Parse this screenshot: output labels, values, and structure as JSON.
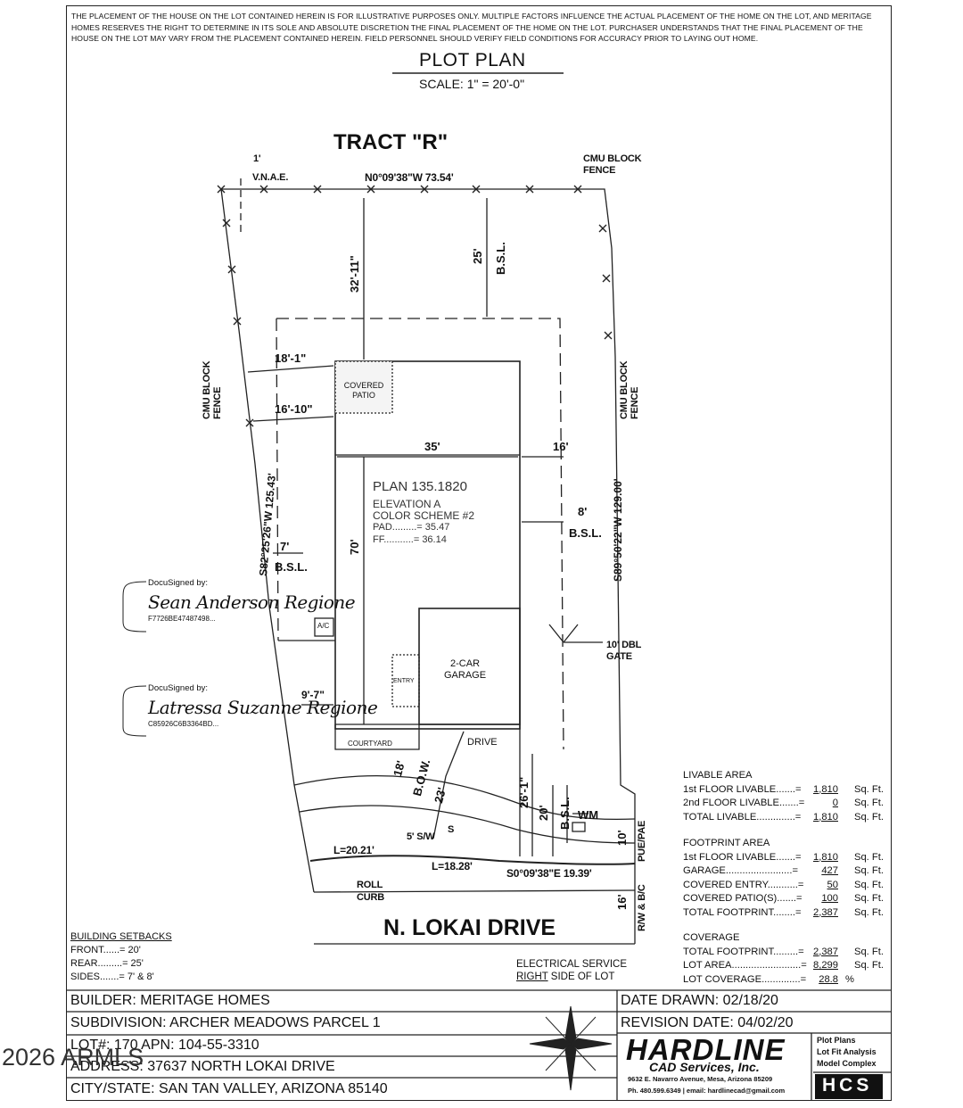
{
  "disclaimer": "THE PLACEMENT OF THE HOUSE ON THE LOT CONTAINED HEREIN IS FOR ILLUSTRATIVE PURPOSES ONLY.  MULTIPLE FACTORS INFLUENCE THE ACTUAL PLACEMENT OF THE HOME ON THE LOT, AND MERITAGE HOMES RESERVES THE RIGHT TO DETERMINE IN ITS SOLE AND ABSOLUTE DISCRETION THE FINAL PLACEMENT OF THE HOME ON THE LOT. PURCHASER UNDERSTANDS THAT THE FINAL PLACEMENT OF THE HOUSE ON THE LOT MAY VARY FROM THE PLACEMENT CONTAINED HEREIN. FIELD PERSONNEL SHOULD VERIFY FIELD CONDITIONS FOR ACCURACY PRIOR TO LAYING OUT HOME.",
  "header": {
    "title": "PLOT PLAN",
    "scale": "SCALE: 1\" = 20'-0\""
  },
  "plot": {
    "tract": "TRACT \"R\"",
    "street": "N. LOKAI DRIVE",
    "vnae_dim": "1'",
    "vnae": "V.N.A.E.",
    "north_bearing": "N0°09'38\"W  73.54'",
    "fence_top": [
      "CMU BLOCK",
      "FENCE"
    ],
    "fence_left": "CMU BLOCK FENCE",
    "fence_right": "CMU BLOCK FENCE",
    "west_bearing": "S82°25'26\"W  125.43'",
    "east_bearing": "S89°50'22\"W  129.00'",
    "rear_bsl_dim": "25'",
    "bsl": "B.S.L.",
    "rear_dim": "32'-11\"",
    "dim_18_1": "18'-1\"",
    "dim_16_10": "16'-10\"",
    "covered_patio": [
      "COVERED",
      "PATIO"
    ],
    "house_width": "35'",
    "side_16": "16'",
    "house_depth": "70'",
    "plan_name": "PLAN 135.1820",
    "elevation": "ELEVATION A",
    "color_scheme": "COLOR SCHEME #2",
    "pad": "PAD.........= 35.47",
    "ff": "FF...........= 36.14",
    "side_8": "8'",
    "side_7": "7'",
    "ac": "A/C",
    "gate": [
      "10' DBL",
      "GATE"
    ],
    "entry": "ENTRY",
    "garage": [
      "2-CAR",
      "GARAGE"
    ],
    "dim_9_7": "9'-7\"",
    "courtyard": "COURTYARD",
    "drive": "DRIVE",
    "dim_18": "18'",
    "bow": "B.O.W.",
    "dim_23": "23'",
    "dim_26_1": "26'-1\"",
    "dim_20": "20'",
    "wm": "WM",
    "sw": "5' S/W",
    "s": "S",
    "dim_10": "10'",
    "pue": "PUE/PAE",
    "curve_l1": "L=20.21'",
    "curve_l2": "L=18.28'",
    "south_bearing": "S0°09'38\"E  19.39'",
    "roll_curb": [
      "ROLL",
      "CURB"
    ],
    "dim_16_rw": "16'",
    "rw": "R/W & B/C"
  },
  "signatures": [
    {
      "label": "DocuSigned by:",
      "name": "Sean Anderson Regione",
      "id": "F7726BE47487498..."
    },
    {
      "label": "DocuSigned by:",
      "name": "Latressa Suzanne Regione",
      "id": "C85926C6B3364BD..."
    }
  ],
  "livable": {
    "heading": "LIVABLE AREA",
    "rows": [
      {
        "label": "1st FLOOR LIVABLE.......=",
        "value": "1,810",
        "unit": "Sq. Ft."
      },
      {
        "label": "2nd FLOOR LIVABLE.......=",
        "value": "0",
        "unit": "Sq. Ft."
      },
      {
        "label": "TOTAL LIVABLE..............=",
        "value": "1,810",
        "unit": "Sq. Ft."
      }
    ]
  },
  "footprint": {
    "heading": "FOOTPRINT AREA",
    "rows": [
      {
        "label": "1st FLOOR LIVABLE.......=",
        "value": "1,810",
        "unit": "Sq. Ft."
      },
      {
        "label": "GARAGE........................=",
        "value": "427",
        "unit": "Sq. Ft."
      },
      {
        "label": "COVERED ENTRY...........=",
        "value": "50",
        "unit": "Sq. Ft."
      },
      {
        "label": "COVERED PATIO(S).......=",
        "value": "100",
        "unit": "Sq. Ft."
      },
      {
        "label": "TOTAL FOOTPRINT........=",
        "value": "2,387",
        "unit": "Sq. Ft."
      }
    ]
  },
  "coverage": {
    "heading": "COVERAGE",
    "rows": [
      {
        "label": "TOTAL FOOTPRINT.........=",
        "value": "2,387",
        "unit": "Sq. Ft."
      },
      {
        "label": "LOT AREA.........................=",
        "value": "8,299",
        "unit": "Sq. Ft."
      },
      {
        "label": "LOT COVERAGE..............=",
        "value": "28.8",
        "unit": "%"
      }
    ]
  },
  "setbacks": {
    "heading": "BUILDING SETBACKS",
    "rows": [
      "FRONT......= 20'",
      "REAR.........= 25'",
      "SIDES.......= 7' & 8'"
    ]
  },
  "electrical": {
    "line1": "ELECTRICAL SERVICE",
    "right": "RIGHT",
    "line2": "SIDE OF LOT"
  },
  "title_block": {
    "builder": "BUILDER: MERITAGE HOMES",
    "subdivision": "SUBDIVISION: ARCHER MEADOWS PARCEL 1",
    "lot": "LOT#: 170    APN: 104-55-3310",
    "address": "ADDRESS: 37637 NORTH LOKAI DRIVE",
    "city": "CITY/STATE: SAN TAN VALLEY, ARIZONA 85140",
    "date_drawn": "DATE DRAWN:  02/18/20",
    "revision": "REVISION DATE:  04/02/20"
  },
  "company": {
    "name": "HARDLINE",
    "sub": "CAD Services, Inc.",
    "address": "9632 E. Navarro Avenue, Mesa, Arizona 85209",
    "contact": "Ph. 480.599.6349 | email: hardlinecad@gmail.com",
    "services": [
      "Plot Plans",
      "Lot Fit Analysis",
      "Model Complex"
    ],
    "logo": "HCS"
  },
  "watermark": "2026 ARMLS"
}
